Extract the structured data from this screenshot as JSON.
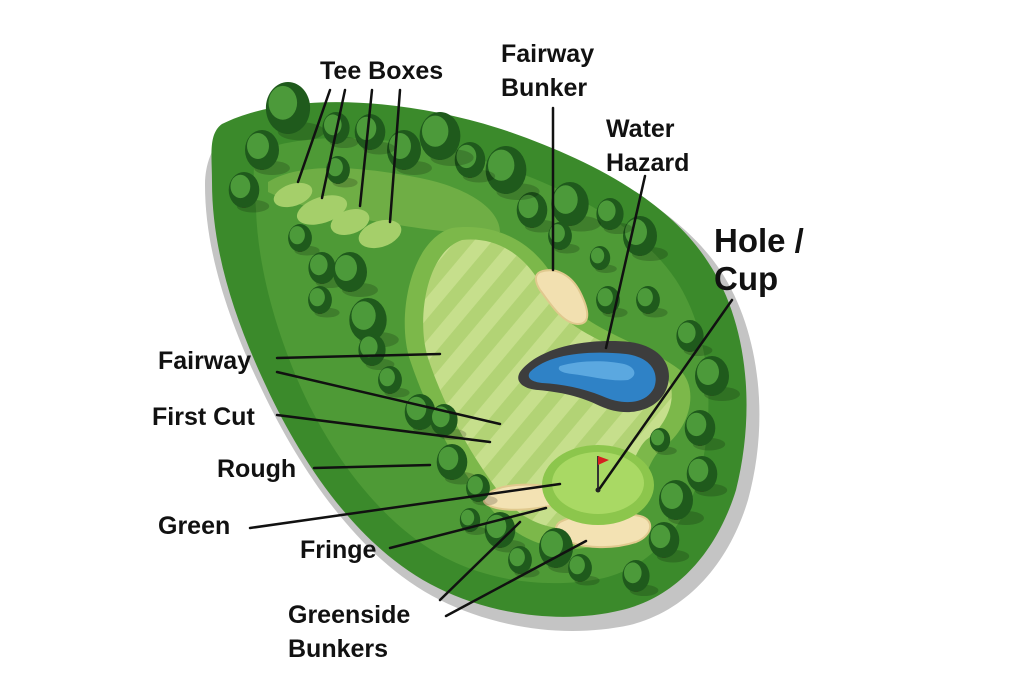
{
  "diagram": {
    "labels": {
      "tee_boxes": "Tee Boxes",
      "fairway_bunker": [
        "Fairway",
        "Bunker"
      ],
      "water_hazard": [
        "Water",
        "Hazard"
      ],
      "hole_cup": [
        "Hole /",
        "Cup"
      ],
      "fairway": "Fairway",
      "first_cut": "First Cut",
      "rough": "Rough",
      "green": "Green",
      "fringe": "Fringe",
      "greenside_bunkers": [
        "Greenside",
        "Bunkers"
      ]
    },
    "colors": {
      "rough_dark": "#2f6b22",
      "rough": "#3d8a2c",
      "first_cut": "#7cb84a",
      "fairway_light": "#c3dd86",
      "fairway_stripe": "#aed072",
      "green": "#a8d860",
      "fringe": "#8cc64c",
      "sand": "#f3e2b3",
      "water": "#2f80c4",
      "rock": "#4a4a4a",
      "tree_dark": "#1f5a1c",
      "tree_light": "#4c9a3a",
      "flag": "#d42020",
      "shadow": "#bdbdbd"
    }
  }
}
